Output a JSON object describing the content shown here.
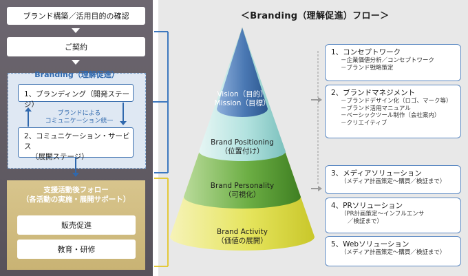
{
  "left": {
    "step1": "ブランド構築／活用目的の確認",
    "step2": "ご契約",
    "branding_title": "Branding（理解促進）",
    "stage1": "1、ブランディング（開発ステージ）",
    "comm_note": [
      "ブランドによる",
      "コミュニケーション統一"
    ],
    "stage2": [
      "2、コミュニケーション・サービス",
      "（展開ステージ）"
    ],
    "support_title": [
      "支援活動後フォロー",
      "（各活動の実施・展開サポート）"
    ],
    "support_items": [
      "販売促進",
      "教育・研修"
    ]
  },
  "flow_title": "＜Branding（理解促進）フロー＞",
  "cone_layers": [
    {
      "lines": [
        "Vision（目的）",
        "Mission（目標）"
      ]
    },
    {
      "lines": [
        "Brand Positioning",
        "（位置付け）"
      ]
    },
    {
      "lines": [
        "Brand Personality",
        "（可視化）"
      ]
    },
    {
      "lines": [
        "Brand Activity",
        "（価値の展開）"
      ]
    }
  ],
  "right_boxes": [
    {
      "title": "1、コンセプトワーク",
      "items": [
        "－企業価値分析／コンセプトワーク",
        "－ブランド戦略策定"
      ]
    },
    {
      "title": "2、ブランドマネジメント",
      "items": [
        "－ブランドデザイン化（ロゴ、マーク等）",
        "－ブランド活用マニュアル",
        "－ベーシックツール制作（会社案内）",
        "－クリエイティブ"
      ]
    },
    {
      "title": "3、メディアソリューション",
      "items": [
        "（メディア計画策定～購買／検証まで）"
      ]
    },
    {
      "title": "4、PRソリューション",
      "items": [
        "（PR計画策定～インフルエンサ",
        "／検証まで）"
      ]
    },
    {
      "title": "5、Webソリューション",
      "items": [
        "（メディア計画策定～購買／検証まで）"
      ]
    }
  ],
  "colors": {
    "left_panel": "#5f5a63",
    "branding_blue": "#2f68ad",
    "branding_area": "#dfe8f3",
    "support_gold": "#cdb87c",
    "cone_blue": "#3e6da8",
    "cone_teal": "#a8dcd9",
    "cone_green": "#5fa53a",
    "cone_yellow": "#e3e25a"
  }
}
